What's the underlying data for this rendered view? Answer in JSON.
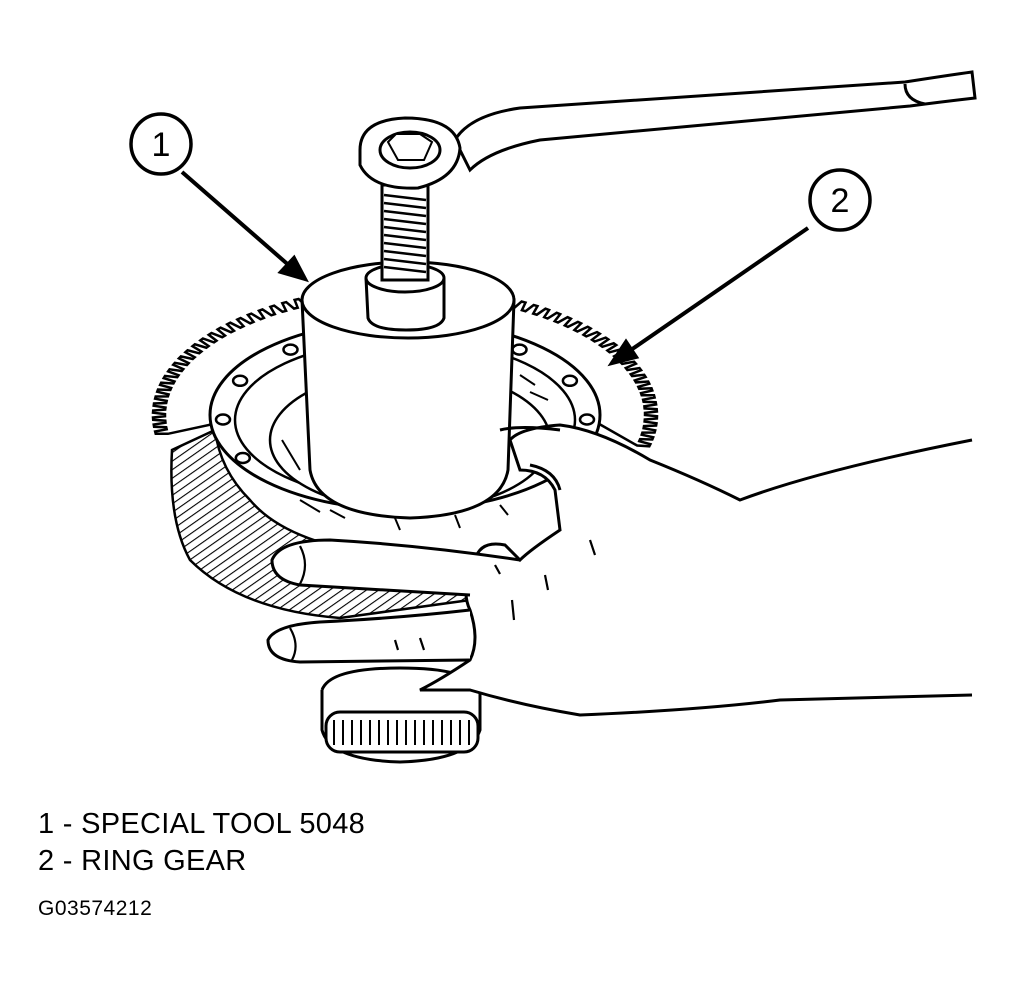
{
  "callouts": [
    {
      "number": "1"
    },
    {
      "number": "2"
    }
  ],
  "legend": [
    {
      "text": "1 - SPECIAL TOOL 5048"
    },
    {
      "text": "2 - RING GEAR"
    }
  ],
  "figure_code": "G03574212",
  "colors": {
    "ink": "#000000",
    "paper": "#ffffff"
  }
}
